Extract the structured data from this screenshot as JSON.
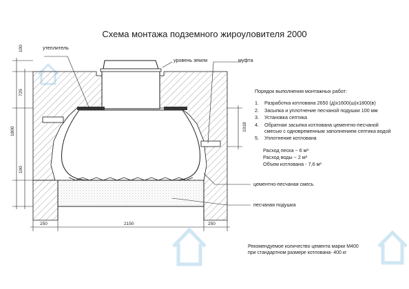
{
  "title": "Схема монтажа подземного жироуловителя 2000",
  "labels": {
    "insulation": "утеплитель",
    "ground_level": "уровень земли",
    "coupling": "муфта",
    "cement_sand_mix": "цементно-песчаная смесь",
    "sand_cushion": "песчаная подушка"
  },
  "dimensions": {
    "top_100": "100",
    "d_725": "725",
    "d_1800": "1800",
    "d_1018": "1018",
    "bottom_100": "100",
    "w_250_left": "250",
    "w_2150": "2150",
    "w_250_right": "250"
  },
  "steps": {
    "heading": "Порядок выполнения монтажных работ:",
    "items": [
      {
        "num": "1.",
        "text": "Разработка котлована 2650 (д)х1600(ш)х1800(в)"
      },
      {
        "num": "2.",
        "text": "Засыпка и уплотнение песчаной подушки 100 мм"
      },
      {
        "num": "3.",
        "text": "Установка септика"
      },
      {
        "num": "4.",
        "text": "Обратная засыпка котлована цементно-песчаной"
      },
      {
        "num": "",
        "text": "смесью с одновременным заполнением септика водой"
      },
      {
        "num": "5.",
        "text": "Уплотнение котлована"
      }
    ]
  },
  "quantities": {
    "sand": "Расход песка ~ 6 м³",
    "water": "Расход воды ~ 2 м³",
    "pit_volume": "Объем котлована - 7,6 м³"
  },
  "note": {
    "line1": "Рекомендуемое количество цемента марки М400",
    "line2": "при стандартном размере котлована- 400 кг"
  },
  "colors": {
    "line": "#1a1a1a",
    "watermark": "#cfe6f3",
    "sand_fill": "#eeeeee"
  }
}
